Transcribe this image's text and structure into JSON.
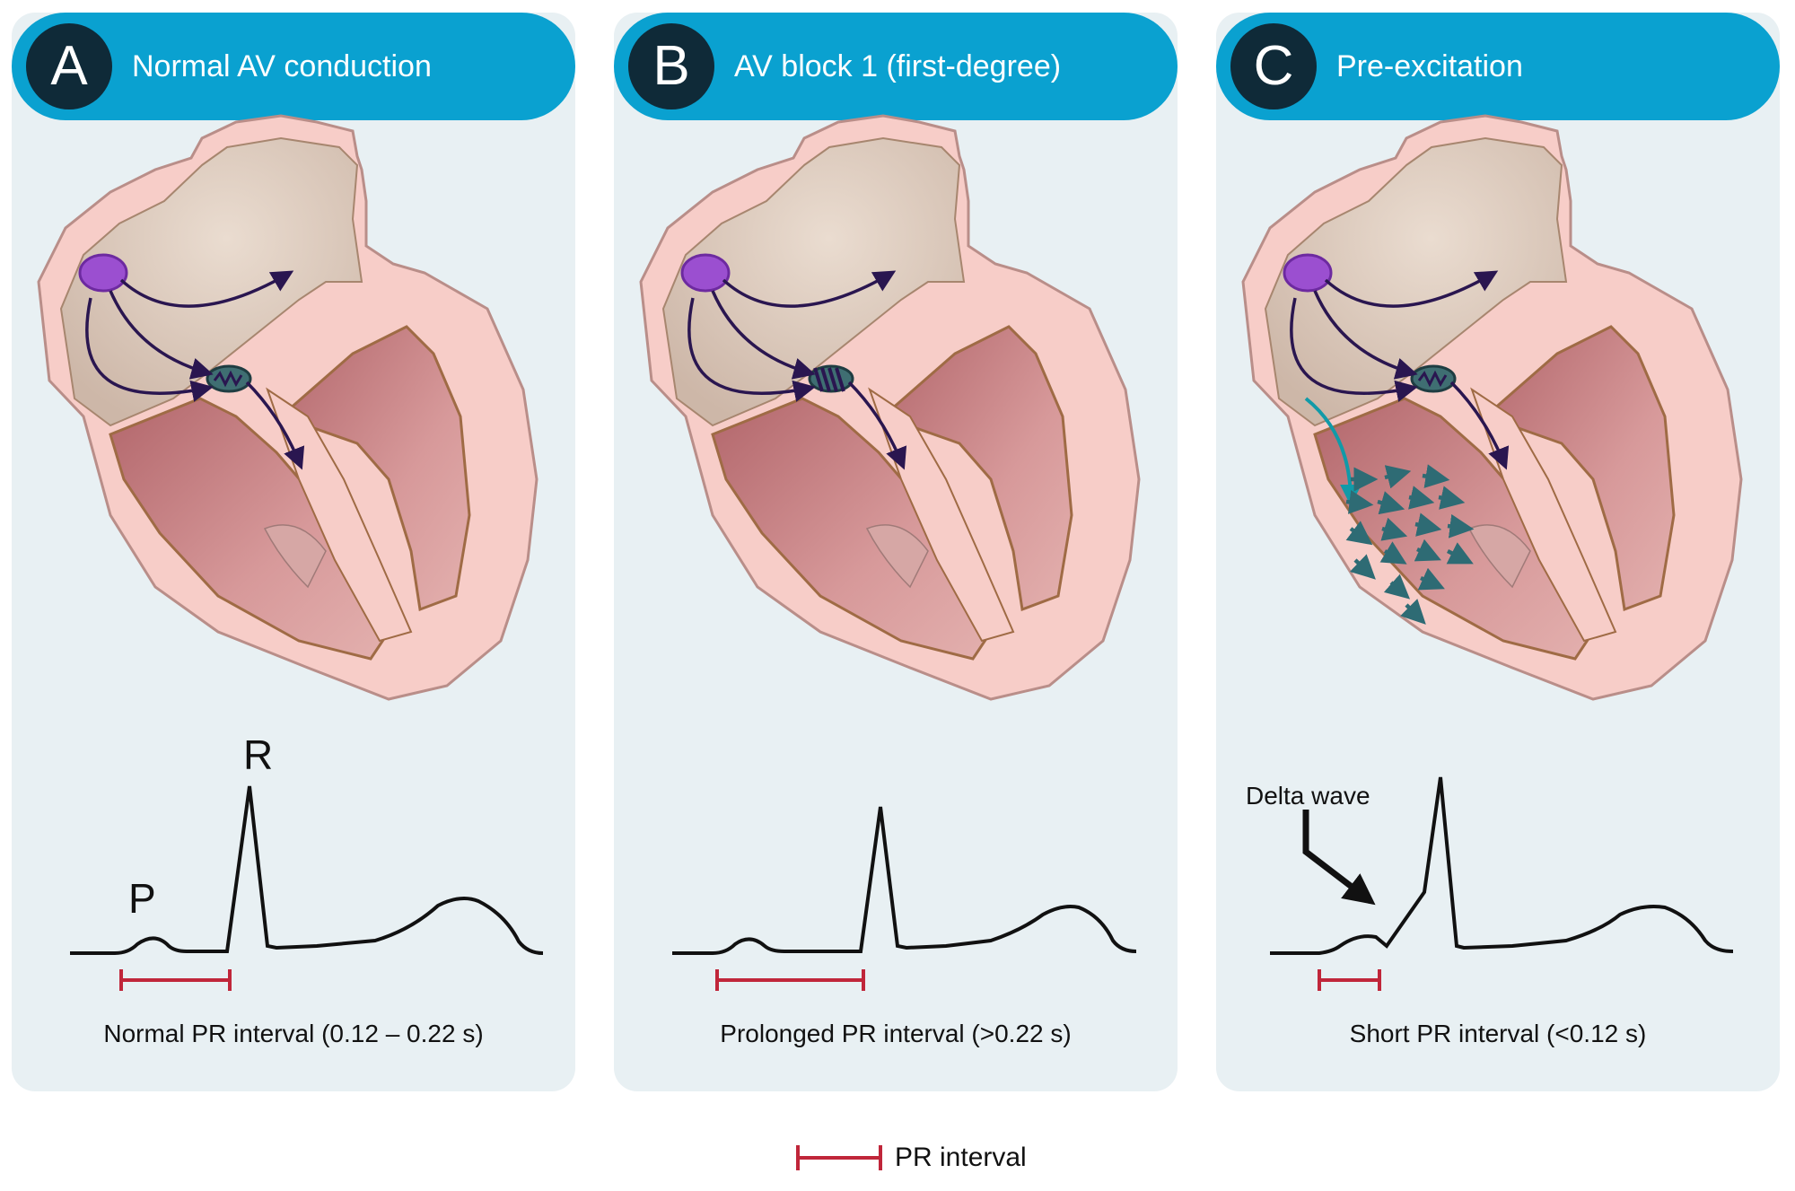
{
  "panels": [
    {
      "letter": "A",
      "title": "Normal AV conduction",
      "caption": "Normal PR interval (0.12 – 0.22 s)"
    },
    {
      "letter": "B",
      "title": "AV block 1 (first-degree)",
      "caption": "Prolonged PR interval (>0.22 s)"
    },
    {
      "letter": "C",
      "title": "Pre-excitation",
      "caption": "Short PR interval (<0.12 s)"
    }
  ],
  "wave_labels": {
    "p": "P",
    "r": "R",
    "delta": "Delta wave"
  },
  "legend": {
    "label": "PR interval"
  },
  "colors": {
    "header": "#0aa1d0",
    "badge": "#0f2a38",
    "panel_background": "#e8f0f3",
    "pr_interval": "#c0263a",
    "conduction_arrow": "#2a1650",
    "accessory_pathway": "#119aa8",
    "pre_excitation_arrows": "#2e6b74",
    "sa_node": "#9b4fd0",
    "av_node": "#3f6e72"
  }
}
